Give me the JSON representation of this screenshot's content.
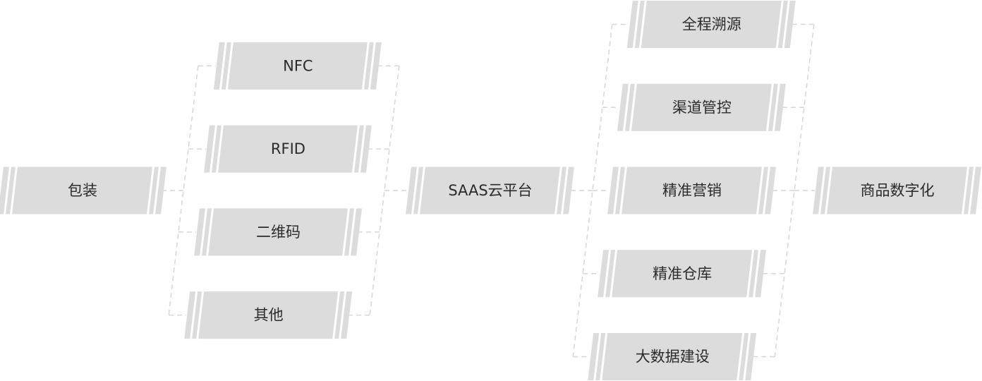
{
  "diagram": {
    "title": "",
    "colors": {
      "node_fill": "#dcdcdc",
      "connector": "#d6d6d6",
      "text": "#2b2b2b",
      "background": "#ffffff"
    },
    "columns": [
      {
        "id": "source",
        "nodes": [
          {
            "label": "包装"
          }
        ]
      },
      {
        "id": "carriers",
        "nodes": [
          {
            "label": "NFC"
          },
          {
            "label": "RFID"
          },
          {
            "label": "二维码"
          },
          {
            "label": "其他"
          }
        ]
      },
      {
        "id": "platform",
        "nodes": [
          {
            "label": "SAAS云平台"
          }
        ]
      },
      {
        "id": "capabilities",
        "nodes": [
          {
            "label": "全程溯源"
          },
          {
            "label": "渠道管控"
          },
          {
            "label": "精准营销"
          },
          {
            "label": "精准仓库"
          },
          {
            "label": "大数据建设"
          }
        ]
      },
      {
        "id": "result",
        "nodes": [
          {
            "label": "商品数字化"
          }
        ]
      }
    ],
    "edges": [
      {
        "from": "包装",
        "to": [
          "NFC",
          "RFID",
          "二维码",
          "其他"
        ]
      },
      {
        "from": [
          "NFC",
          "RFID",
          "二维码",
          "其他"
        ],
        "to": "SAAS云平台"
      },
      {
        "from": "SAAS云平台",
        "to": [
          "全程溯源",
          "渠道管控",
          "精准营销",
          "精准仓库",
          "大数据建设"
        ]
      },
      {
        "from": [
          "全程溯源",
          "渠道管控",
          "精准营销",
          "精准仓库",
          "大数据建设"
        ],
        "to": "商品数字化"
      }
    ]
  }
}
